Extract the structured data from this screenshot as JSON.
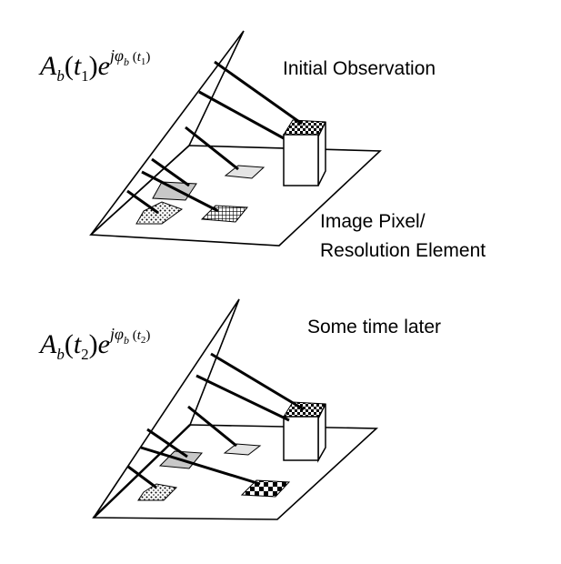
{
  "panels": [
    {
      "id": "initial",
      "amplitude": {
        "symbol": "A",
        "sub": "b",
        "arg": "t",
        "argsub": "1",
        "exp_base": "e",
        "exp_j": "j",
        "exp_phi": "φ",
        "exp_phisub": "b",
        "exp_arg": "t",
        "exp_argsub": "1"
      },
      "caption": "Initial Observation",
      "pixel_label_line1": "Image Pixel/",
      "pixel_label_line2": "Resolution Element"
    },
    {
      "id": "later",
      "amplitude": {
        "symbol": "A",
        "sub": "b",
        "arg": "t",
        "argsub": "2",
        "exp_base": "e",
        "exp_j": "j",
        "exp_phi": "φ",
        "exp_phisub": "b",
        "exp_arg": "t",
        "exp_argsub": "2"
      },
      "caption": "Some time later"
    }
  ],
  "colors": {
    "line": "#000000",
    "gray_patch": "#c8c8c8",
    "light_patch": "#e4e4e4",
    "box": "#ffffff"
  }
}
